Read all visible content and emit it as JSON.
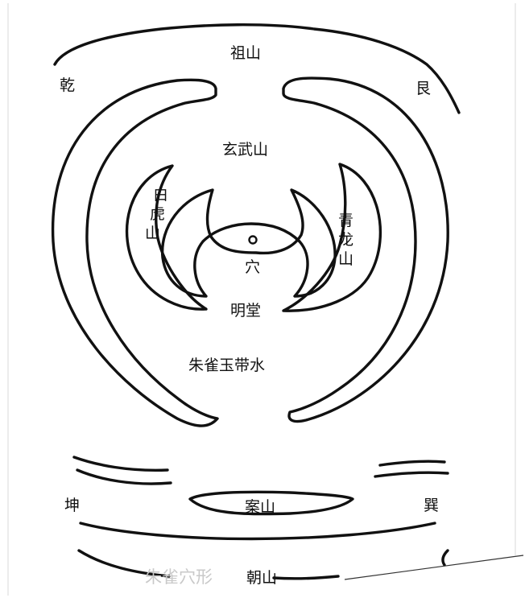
{
  "labels": {
    "ancestor_mountain": "祖山",
    "qian": "乾",
    "gen": "艮",
    "xuanwu": "玄武山",
    "white_tiger": "白虎山",
    "azure_dragon": "青龙山",
    "xue": "穴",
    "ming_tang": "明堂",
    "belt_water": "朱雀玉带水",
    "kun": "坤",
    "xun": "巽",
    "an_shan": "案山",
    "chao_shan": "朝山"
  },
  "watermark": "朱雀穴形"
}
